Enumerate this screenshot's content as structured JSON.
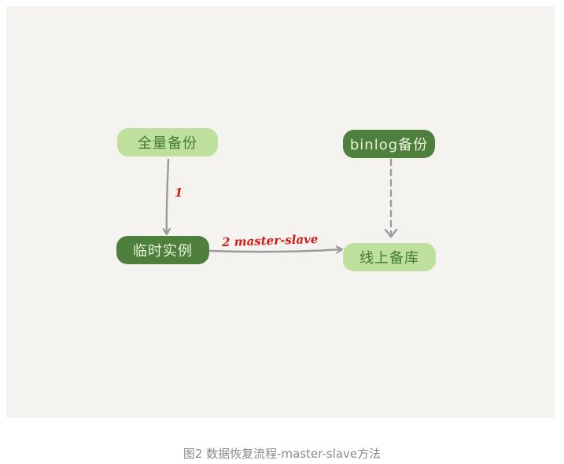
{
  "diagram": {
    "nodes": {
      "full_backup": "全量备份",
      "binlog_backup": "binlog备份",
      "temp_instance": "临时实例",
      "online_backup_db": "线上备库"
    },
    "edges": {
      "step1_label": "1",
      "step2_label": "2 master-slave"
    },
    "colors": {
      "canvas_bg": "#f4f3ef",
      "light_node": "#bfdf9c",
      "dark_node": "#4e7f3c",
      "arrow": "#9a9a9a",
      "edge_label": "#d21a1a"
    }
  },
  "caption": "图2 数据恢复流程-master-slave方法"
}
